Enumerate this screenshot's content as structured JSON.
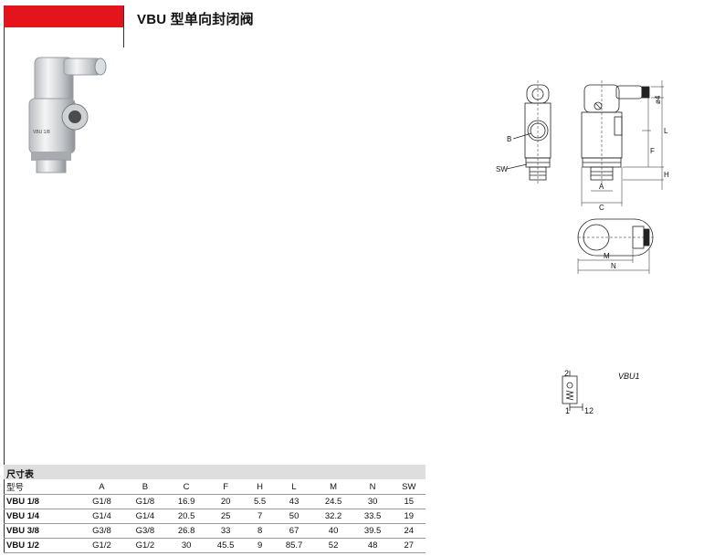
{
  "header": {
    "title": "VBU 型单向封闭阀"
  },
  "symbol": {
    "code": "VBU1",
    "port_top": "2",
    "port_left": "1",
    "port_right": "12"
  },
  "drawing": {
    "labels": {
      "b": "B",
      "sw": "SW",
      "a": "A",
      "c": "C",
      "f": "F",
      "h": "H",
      "l": "L",
      "d4": "ø4",
      "m": "M",
      "n": "N"
    }
  },
  "table": {
    "title": "尺寸表",
    "headers": [
      "型号",
      "A",
      "B",
      "C",
      "F",
      "H",
      "L",
      "M",
      "N",
      "SW"
    ],
    "rows": [
      [
        "VBU 1/8",
        "G1/8",
        "G1/8",
        "16.9",
        "20",
        "5.5",
        "43",
        "24.5",
        "30",
        "15"
      ],
      [
        "VBU 1/4",
        "G1/4",
        "G1/4",
        "20.5",
        "25",
        "7",
        "50",
        "32.2",
        "33.5",
        "19"
      ],
      [
        "VBU 3/8",
        "G3/8",
        "G3/8",
        "26.8",
        "33",
        "8",
        "67",
        "40",
        "39.5",
        "24"
      ],
      [
        "VBU 1/2",
        "G1/2",
        "G1/2",
        "30",
        "45.5",
        "9",
        "85.7",
        "52",
        "48",
        "27"
      ]
    ]
  }
}
